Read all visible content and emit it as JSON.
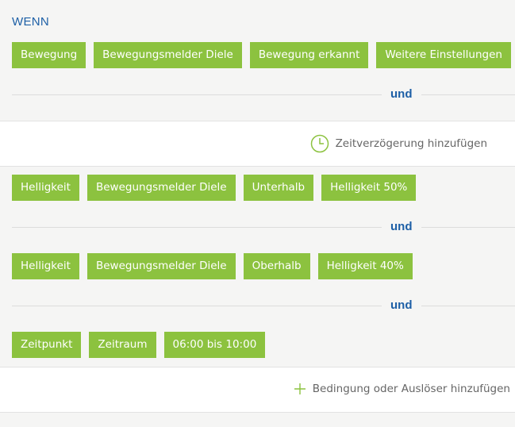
{
  "heading": "WENN",
  "and_label": "und",
  "rows": [
    [
      "Bewegung",
      "Bewegungsmelder Diele",
      "Bewegung erkannt",
      "Weitere Einstellungen"
    ],
    [
      "Helligkeit",
      "Bewegungsmelder Diele",
      "Unterhalb",
      "Helligkeit 50%"
    ],
    [
      "Helligkeit",
      "Bewegungsmelder Diele",
      "Oberhalb",
      "Helligkeit 40%"
    ],
    [
      "Zeitpunkt",
      "Zeitraum",
      "06:00 bis 10:00"
    ]
  ],
  "add_delay": {
    "label": "Zeitverzögerung hinzufügen",
    "icon": "clock-icon"
  },
  "add_condition": {
    "label": "Bedingung oder Auslöser hinzufügen",
    "icon": "plus-icon"
  },
  "colors": {
    "tag": "#8cc23f",
    "accent": "#1d5fa6",
    "icon": "#8cc23f"
  }
}
